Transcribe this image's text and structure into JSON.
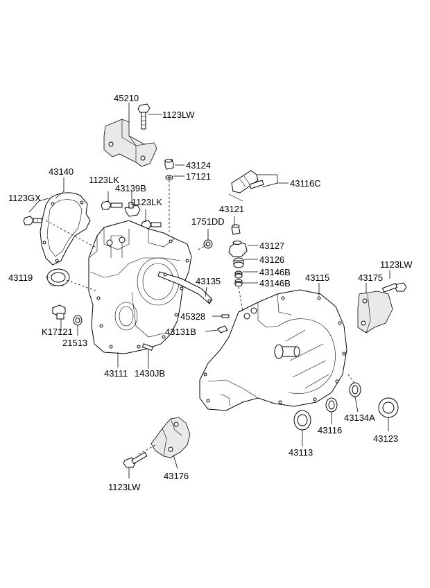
{
  "diagram": {
    "labels": {
      "p45210": "45210",
      "p1123LW_top": "1123LW",
      "p43124": "43124",
      "p17121": "17121",
      "p43116C": "43116C",
      "p43140": "43140",
      "p1123LK_a": "1123LK",
      "p43139B": "43139B",
      "p1123GX": "1123GX",
      "p1123LK_b": "1123LK",
      "p43121": "43121",
      "p1751DD": "1751DD",
      "p43127": "43127",
      "p43126": "43126",
      "p43146B_a": "43146B",
      "p43146B_b": "43146B",
      "p1123LW_right": "1123LW",
      "p43119": "43119",
      "p43135": "43135",
      "p43115": "43115",
      "p43175": "43175",
      "p45328": "45328",
      "pK17121": "K17121",
      "p43131B": "43131B",
      "p21513": "21513",
      "p43111": "43111",
      "p1430JB": "1430JB",
      "p43134A": "43134A",
      "p43116": "43116",
      "p43123": "43123",
      "p43113": "43113",
      "p43176": "43176",
      "p1123LW_bottom": "1123LW"
    }
  }
}
